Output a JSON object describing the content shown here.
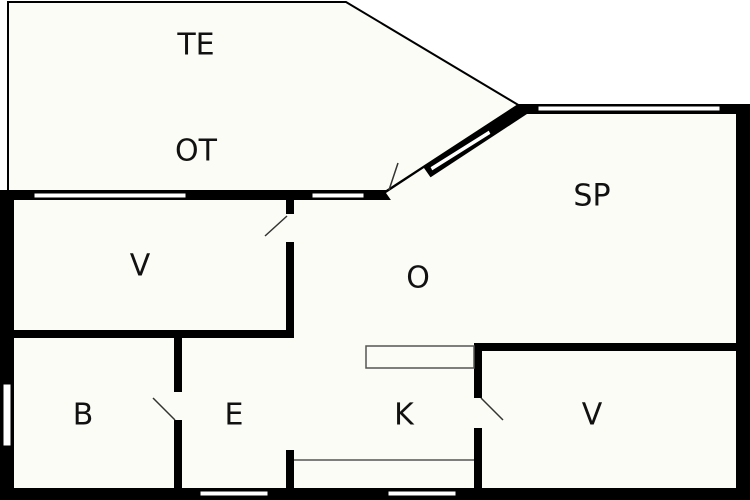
{
  "colors": {
    "wall": "#000000",
    "floor": "#fcfcf6",
    "background": "#ffffff",
    "window": "#ffffff",
    "fixture": "#555555"
  },
  "rooms": {
    "terrace": {
      "line1": "TE",
      "line2": "OT"
    },
    "sleeping": {
      "label": "SP"
    },
    "living": {
      "label": "O"
    },
    "storage_top": {
      "label": "V"
    },
    "bath": {
      "label": "B"
    },
    "entry": {
      "label": "E"
    },
    "kitchen": {
      "label": "K"
    },
    "storage_bottom": {
      "label": "V"
    }
  }
}
